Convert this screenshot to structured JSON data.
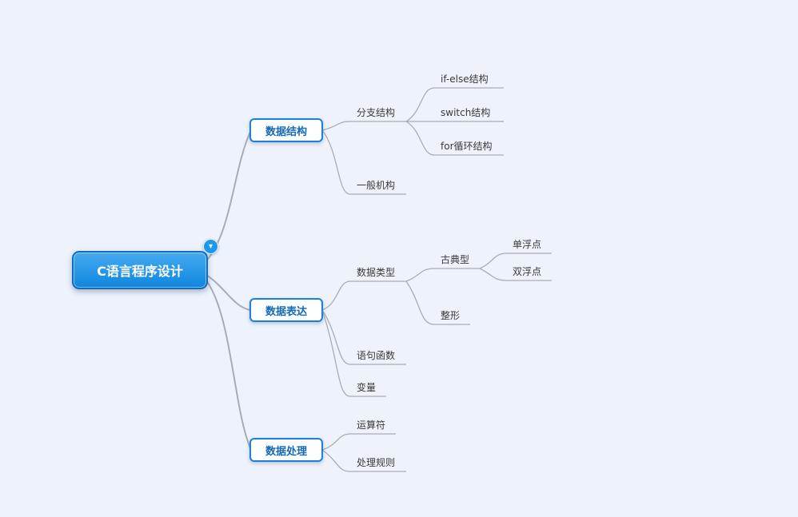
{
  "app": {
    "background": "#edf2fb",
    "connector_color": "#a8adb5",
    "accent": "#1a98ee"
  },
  "controls": {
    "collapse_icon": "▾"
  },
  "map": {
    "root": {
      "label": "C语言程序设计"
    },
    "children": [
      {
        "label": "数据结构",
        "children": [
          {
            "label": "分支结构",
            "children": [
              {
                "label": "if-else结构"
              },
              {
                "label": "switch结构"
              },
              {
                "label": "for循环结构"
              }
            ]
          },
          {
            "label": "一般机构",
            "children": []
          }
        ]
      },
      {
        "label": "数据表达",
        "children": [
          {
            "label": "数据类型",
            "children": [
              {
                "label": "古典型",
                "children": [
                  {
                    "label": "单浮点"
                  },
                  {
                    "label": "双浮点"
                  }
                ]
              },
              {
                "label": "整形",
                "children": []
              }
            ]
          },
          {
            "label": "语句函数",
            "children": []
          },
          {
            "label": "变量",
            "children": []
          }
        ]
      },
      {
        "label": "数据处理",
        "children": [
          {
            "label": "运算符",
            "children": []
          },
          {
            "label": "处理规则",
            "children": []
          }
        ]
      }
    ]
  }
}
